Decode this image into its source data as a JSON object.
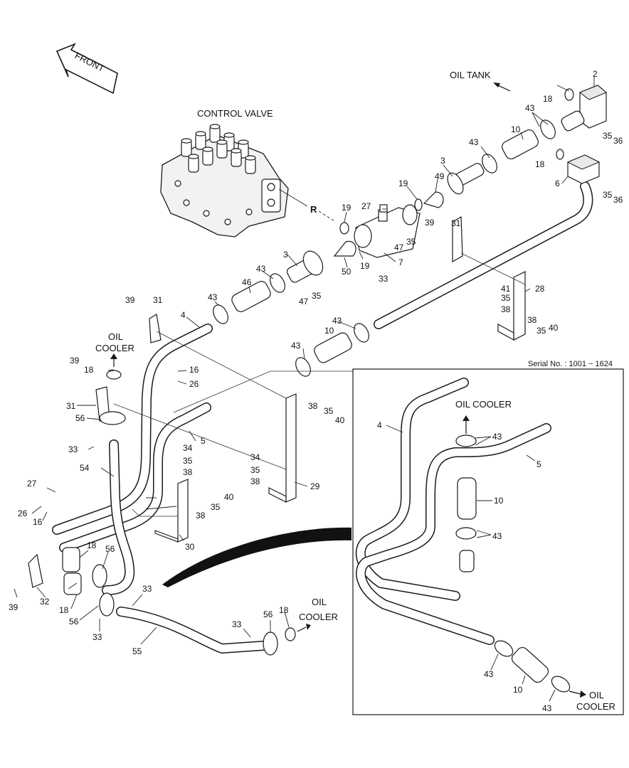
{
  "front_label": "FRONT",
  "oil_tank_label": "OIL TANK",
  "control_valve_label": "CONTROL VALVE",
  "port_label": "R",
  "oil_cooler_left": [
    "OIL",
    "COOLER"
  ],
  "oil_cooler_bottom": [
    "OIL",
    "COOLER"
  ],
  "oil_cooler_inset_top": "OIL COOLER",
  "oil_cooler_inset_bottom": [
    "OIL",
    "COOLER"
  ],
  "serial_no": "Serial No. : 1001 ~ 1624",
  "parts": [
    {
      "n": "2"
    },
    {
      "n": "18"
    },
    {
      "n": "43"
    },
    {
      "n": "10"
    },
    {
      "n": "35"
    },
    {
      "n": "36"
    },
    {
      "n": "3"
    },
    {
      "n": "18"
    },
    {
      "n": "6"
    },
    {
      "n": "35"
    },
    {
      "n": "36"
    },
    {
      "n": "19"
    },
    {
      "n": "49"
    },
    {
      "n": "43"
    },
    {
      "n": "27"
    },
    {
      "n": "19"
    },
    {
      "n": "31"
    },
    {
      "n": "39"
    },
    {
      "n": "47"
    },
    {
      "n": "35"
    },
    {
      "n": "7"
    },
    {
      "n": "50"
    },
    {
      "n": "19"
    },
    {
      "n": "33"
    },
    {
      "n": "3"
    },
    {
      "n": "43"
    },
    {
      "n": "46"
    },
    {
      "n": "47"
    },
    {
      "n": "35"
    },
    {
      "n": "39"
    },
    {
      "n": "31"
    },
    {
      "n": "43"
    },
    {
      "n": "4"
    },
    {
      "n": "43"
    },
    {
      "n": "10"
    },
    {
      "n": "43"
    },
    {
      "n": "28"
    },
    {
      "n": "41"
    },
    {
      "n": "35"
    },
    {
      "n": "38"
    },
    {
      "n": "38"
    },
    {
      "n": "35"
    },
    {
      "n": "40"
    },
    {
      "n": "18"
    },
    {
      "n": "16"
    },
    {
      "n": "26"
    },
    {
      "n": "39"
    },
    {
      "n": "31"
    },
    {
      "n": "56"
    },
    {
      "n": "33"
    },
    {
      "n": "5"
    },
    {
      "n": "38"
    },
    {
      "n": "35"
    },
    {
      "n": "40"
    },
    {
      "n": "34"
    },
    {
      "n": "35"
    },
    {
      "n": "38"
    },
    {
      "n": "54"
    },
    {
      "n": "34"
    },
    {
      "n": "35"
    },
    {
      "n": "38"
    },
    {
      "n": "29"
    },
    {
      "n": "27"
    },
    {
      "n": "26"
    },
    {
      "n": "16"
    },
    {
      "n": "38"
    },
    {
      "n": "35"
    },
    {
      "n": "40"
    },
    {
      "n": "30"
    },
    {
      "n": "18"
    },
    {
      "n": "56"
    },
    {
      "n": "39"
    },
    {
      "n": "32"
    },
    {
      "n": "18"
    },
    {
      "n": "56"
    },
    {
      "n": "33"
    },
    {
      "n": "33"
    },
    {
      "n": "55"
    },
    {
      "n": "33"
    },
    {
      "n": "56"
    },
    {
      "n": "18"
    },
    {
      "n": "4"
    },
    {
      "n": "43"
    },
    {
      "n": "5"
    },
    {
      "n": "10"
    },
    {
      "n": "43"
    },
    {
      "n": "43"
    },
    {
      "n": "10"
    },
    {
      "n": "43"
    }
  ]
}
